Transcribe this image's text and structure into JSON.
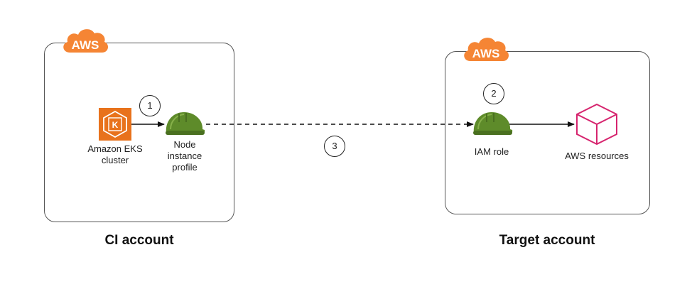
{
  "accounts": {
    "ci": {
      "cloud_label": "AWS",
      "title": "CI account"
    },
    "target": {
      "cloud_label": "AWS",
      "title": "Target account"
    }
  },
  "nodes": {
    "eks_cluster": {
      "label": "Amazon EKS\ncluster",
      "icon": "eks-icon"
    },
    "node_instance_profile": {
      "label": "Node\ninstance\nprofile",
      "icon": "helmet-icon"
    },
    "iam_role": {
      "label": "IAM role",
      "icon": "helmet-icon"
    },
    "aws_resources": {
      "label": "AWS resources",
      "icon": "resource-cube-icon"
    }
  },
  "steps": {
    "step1": "1",
    "step2": "2",
    "step3": "3"
  },
  "colors": {
    "aws_orange": "#f58534",
    "eks_orange": "#e8721c",
    "helmet_green": "#5e8b2a",
    "resource_pink": "#d6246e",
    "line": "#111111"
  }
}
